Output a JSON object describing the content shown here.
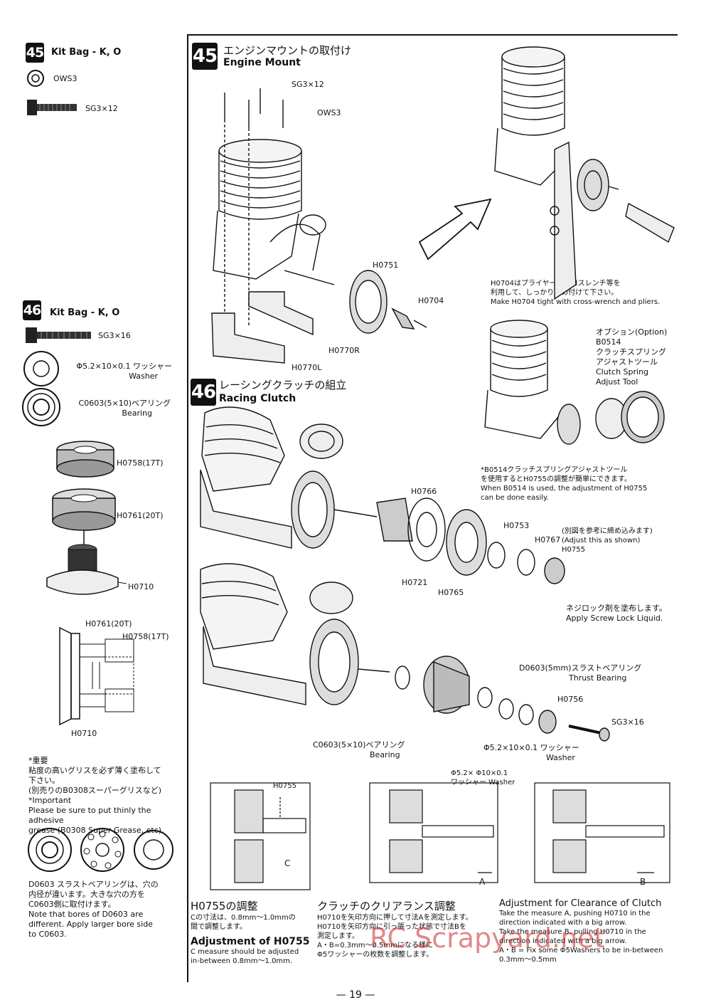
{
  "left": {
    "s45": {
      "num": "45",
      "kit": "Kit Bag - K, O",
      "parts": [
        {
          "label": "OWS3"
        },
        {
          "label": "SG3×12"
        }
      ]
    },
    "s46": {
      "num": "46",
      "kit": "Kit Bag - K, O",
      "sg": "SG3×16",
      "washer": [
        "Φ5.2×10×0.1 ワッシャー",
        "Washer"
      ],
      "bearing": [
        "C0603(5×10)ベアリング",
        "Bearing"
      ],
      "gear17": "H0758(17T)",
      "gear20": "H0761(20T)",
      "h0710": "H0710",
      "sec_20": "H0761(20T)",
      "sec_17": "H0758(17T)",
      "sec_h0710": "H0710"
    },
    "note": {
      "lines": [
        "*重要",
        "粘度の高いグリスを必ず薄く塗布して",
        "下さい。",
        "(別売りのB0308スーパーグリスなど)",
        "*Important",
        "Please be sure to put thinly the adhesive",
        "grease (B0308 Super Grease, etc)."
      ]
    },
    "bearing_note": {
      "lines": [
        "D0603 スラストベアリングは、穴の",
        "内径が違います。大きな穴の方を",
        "C0603側に取付けます。",
        "Note that bores of D0603 are",
        "different. Apply larger bore side",
        "to C0603."
      ]
    }
  },
  "step45": {
    "num": "45",
    "title_jp": "エンジンマウントの取付け",
    "title_en": "Engine Mount",
    "labels": {
      "sg": "SG3×12",
      "ows": "OWS3",
      "h0751": "H0751",
      "h0704": "H0704",
      "h0770r": "H0770R",
      "h0770l": "H0770L"
    },
    "note_jp": [
      "H0704はプライヤー、クロスレンチ等を",
      "利用して、しっかり締め付けて下さい。"
    ],
    "note_en": "Make H0704 tight with cross-wrench and pliers."
  },
  "option": {
    "lines": [
      "オプション(Option)",
      "B0514",
      "クラッチスプリング",
      "アジャストツール",
      "Clutch Spring",
      "Adjust Tool"
    ],
    "note": [
      "*B0514クラッチスプリングアジャストツール",
      "を使用するとH0755の調整が簡単にできます。",
      "When B0514 is used, the adjustment of H0755",
      "can be done easily."
    ]
  },
  "step46": {
    "num": "46",
    "title_jp": "レーシングクラッチの組立",
    "title_en": "Racing Clutch",
    "labels": {
      "h0766": "H0766",
      "h0753": "H0753",
      "h0767": "H0767",
      "h0755": "H0755",
      "h0721": "H0721",
      "h0765": "H0765",
      "adjust_jp": "(別図を参考に締め込みます)",
      "adjust_en": "(Adjust this as shown)",
      "locktite_jp": "ネジロック剤を塗布します。",
      "locktite_en": "Apply Screw Lock Liquid.",
      "d0603": "D0603(5mm)スラストベアリング",
      "thrust": "Thrust Bearing",
      "h0756": "H0756",
      "sg316": "SG3×16",
      "c0603": "C0603(5×10)ベアリング",
      "bearing": "Bearing",
      "washer1": "Φ5.2×10×0.1 ワッシャー",
      "washer2": "Washer"
    }
  },
  "sections": {
    "s1": {
      "tag": "H0755",
      "letter": "C"
    },
    "s2": {
      "line1": "Φ5.2× Φ10×0.1",
      "line2": "ワッシャー Washer",
      "letter": "A"
    },
    "s3": {
      "letter": "B"
    }
  },
  "bottom": {
    "c1": {
      "title_jp": "H0755の調整",
      "jp": [
        "Cの寸法は、0.8mm〜1.0mmの",
        "間で調整します。"
      ],
      "title_en": "Adjustment of H0755",
      "en": [
        "C measure should be adjusted",
        "in-between 0.8mm〜1.0mm."
      ]
    },
    "c2": {
      "title_jp": "クラッチのクリアランス調整",
      "lines": [
        "H0710を矢印方向に押して寸法Aを測定します。",
        "H0710を矢印方向に引っ張った状態で寸法Bを",
        "測定します。",
        "A・B=0.3mm〜0.5mmになる様に",
        "Φ5ワッシャーの枚数を調整します。"
      ]
    },
    "c3": {
      "title_en": "Adjustment for Clearance of Clutch",
      "lines": [
        "Take the measure A, pushing H0710 in the",
        "direction indicated with a big arrow.",
        "Take the measure B, pulling H0710 in the",
        "direction indicated with a big arrow.",
        "A・B = Fix some Φ5Washers to be in-between",
        "0.3mm〜0.5mm"
      ]
    }
  },
  "watermark": "RC Scrapyard.net",
  "page_number": "— 19 —"
}
